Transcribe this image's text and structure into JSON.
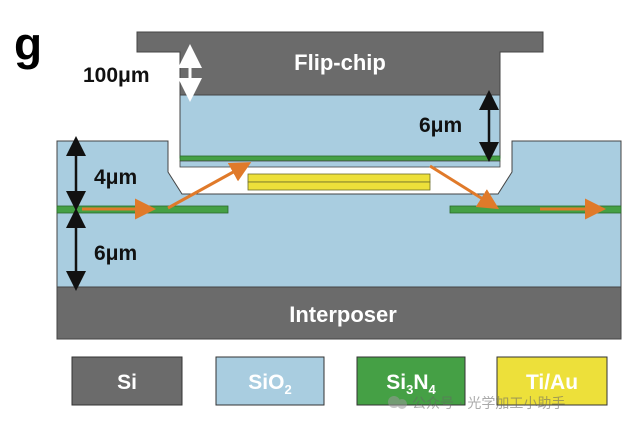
{
  "panel_letter": "g",
  "layers": {
    "flip_chip": "Flip-chip",
    "interposer": "Interposer"
  },
  "dimensions": {
    "gap_100": "100μm",
    "flipchip_6": "6μm",
    "upper_4": "4μm",
    "lower_6": "6μm"
  },
  "legend": [
    {
      "key": "si",
      "label": "Si",
      "color": "#6b6b6b"
    },
    {
      "key": "sio2",
      "label": "SiO",
      "sub": "2",
      "color": "#a9cde0"
    },
    {
      "key": "si3n4",
      "label_a": "Si",
      "sub_a": "3",
      "label_b": "N",
      "sub_b": "4",
      "color": "#45a045"
    },
    {
      "key": "tiau",
      "label": "Ti/Au",
      "color": "#ede03a"
    }
  ],
  "colors": {
    "si": "#6b6b6b",
    "sio2": "#a9cde0",
    "si3n4": "#45a045",
    "tiau": "#ede03a",
    "beam": "#e07a2a"
  },
  "watermark": "公众号 · 光学加工小助手"
}
